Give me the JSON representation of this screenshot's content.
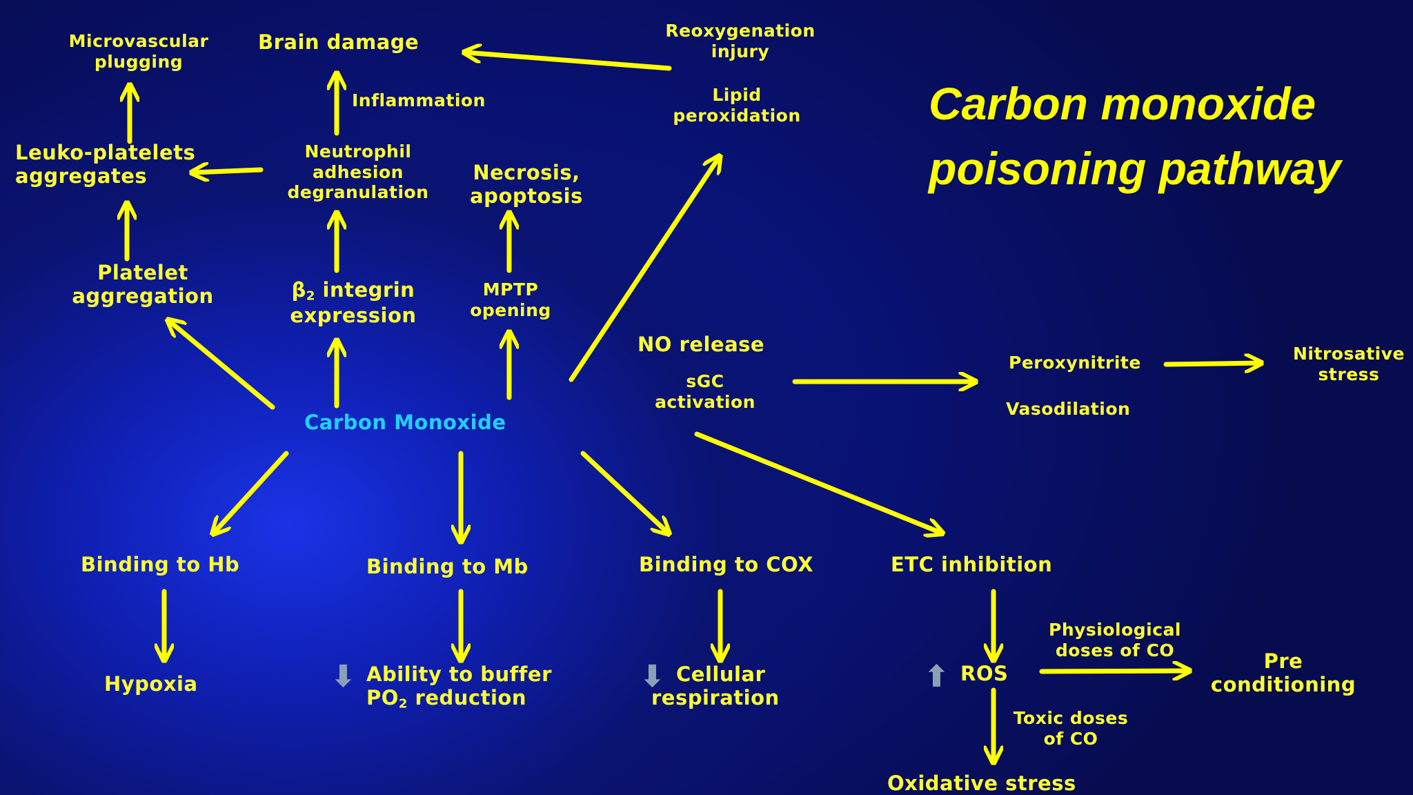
{
  "title": {
    "line1": "Carbon monoxide",
    "line2": "poisoning pathway"
  },
  "center": "Carbon Monoxide",
  "upper_left": {
    "microvascular_l1": "Microvascular",
    "microvascular_l2": "plugging",
    "leuko_l1": "Leuko-platelets",
    "leuko_l2": "aggregates",
    "platelet_l1": "Platelet",
    "platelet_l2": "aggregation"
  },
  "upper_mid": {
    "brain_damage": "Brain damage",
    "inflammation": "Inflammation",
    "neutrophil_l1": "Neutrophil",
    "neutrophil_l2": "adhesion",
    "neutrophil_l3": "degranulation",
    "integrin_beta": "β",
    "integrin_sub": "2",
    "integrin_l1_rest": "integrin",
    "integrin_l2": "expression",
    "necrosis_l1": "Necrosis,",
    "necrosis_l2": "apoptosis",
    "mptp_l1": "MPTP",
    "mptp_l2": "opening"
  },
  "upper_right": {
    "reoxy_l1": "Reoxygenation",
    "reoxy_l2": "injury",
    "lipid_l1": "Lipid",
    "lipid_l2": "peroxidation"
  },
  "no_branch": {
    "no_release": "NO release",
    "sgc_l1": "sGC",
    "sgc_l2": "activation",
    "peroxynitrite": "Peroxynitrite",
    "vasodilation": "Vasodilation",
    "nitrosative_l1": "Nitrosative",
    "nitrosative_l2": "stress"
  },
  "lower": {
    "hb": "Binding to Hb",
    "hypoxia": "Hypoxia",
    "mb": "Binding to Mb",
    "buffer_l1": "Ability to buffer",
    "buffer_l2_po": "PO",
    "buffer_l2_sub": "2",
    "buffer_l2_rest": " reduction",
    "cox": "Binding to COX",
    "cell_l1": "Cellular",
    "cell_l2": "respiration",
    "etc": "ETC inhibition",
    "ros": "ROS",
    "physio_l1": "Physiological",
    "physio_l2": "doses of CO",
    "pre_l1": "Pre",
    "pre_l2": "conditioning",
    "toxic_l1": "Toxic doses",
    "toxic_l2": "of CO",
    "oxidative": "Oxidative stress"
  },
  "symbols": {
    "down": "⬇",
    "up": "⬆"
  },
  "colors": {
    "text": "#ffff33",
    "arrow": "#ffff00",
    "center": "#22d0ff",
    "background": "#0a1370",
    "indicator": "#8aa0b6"
  }
}
